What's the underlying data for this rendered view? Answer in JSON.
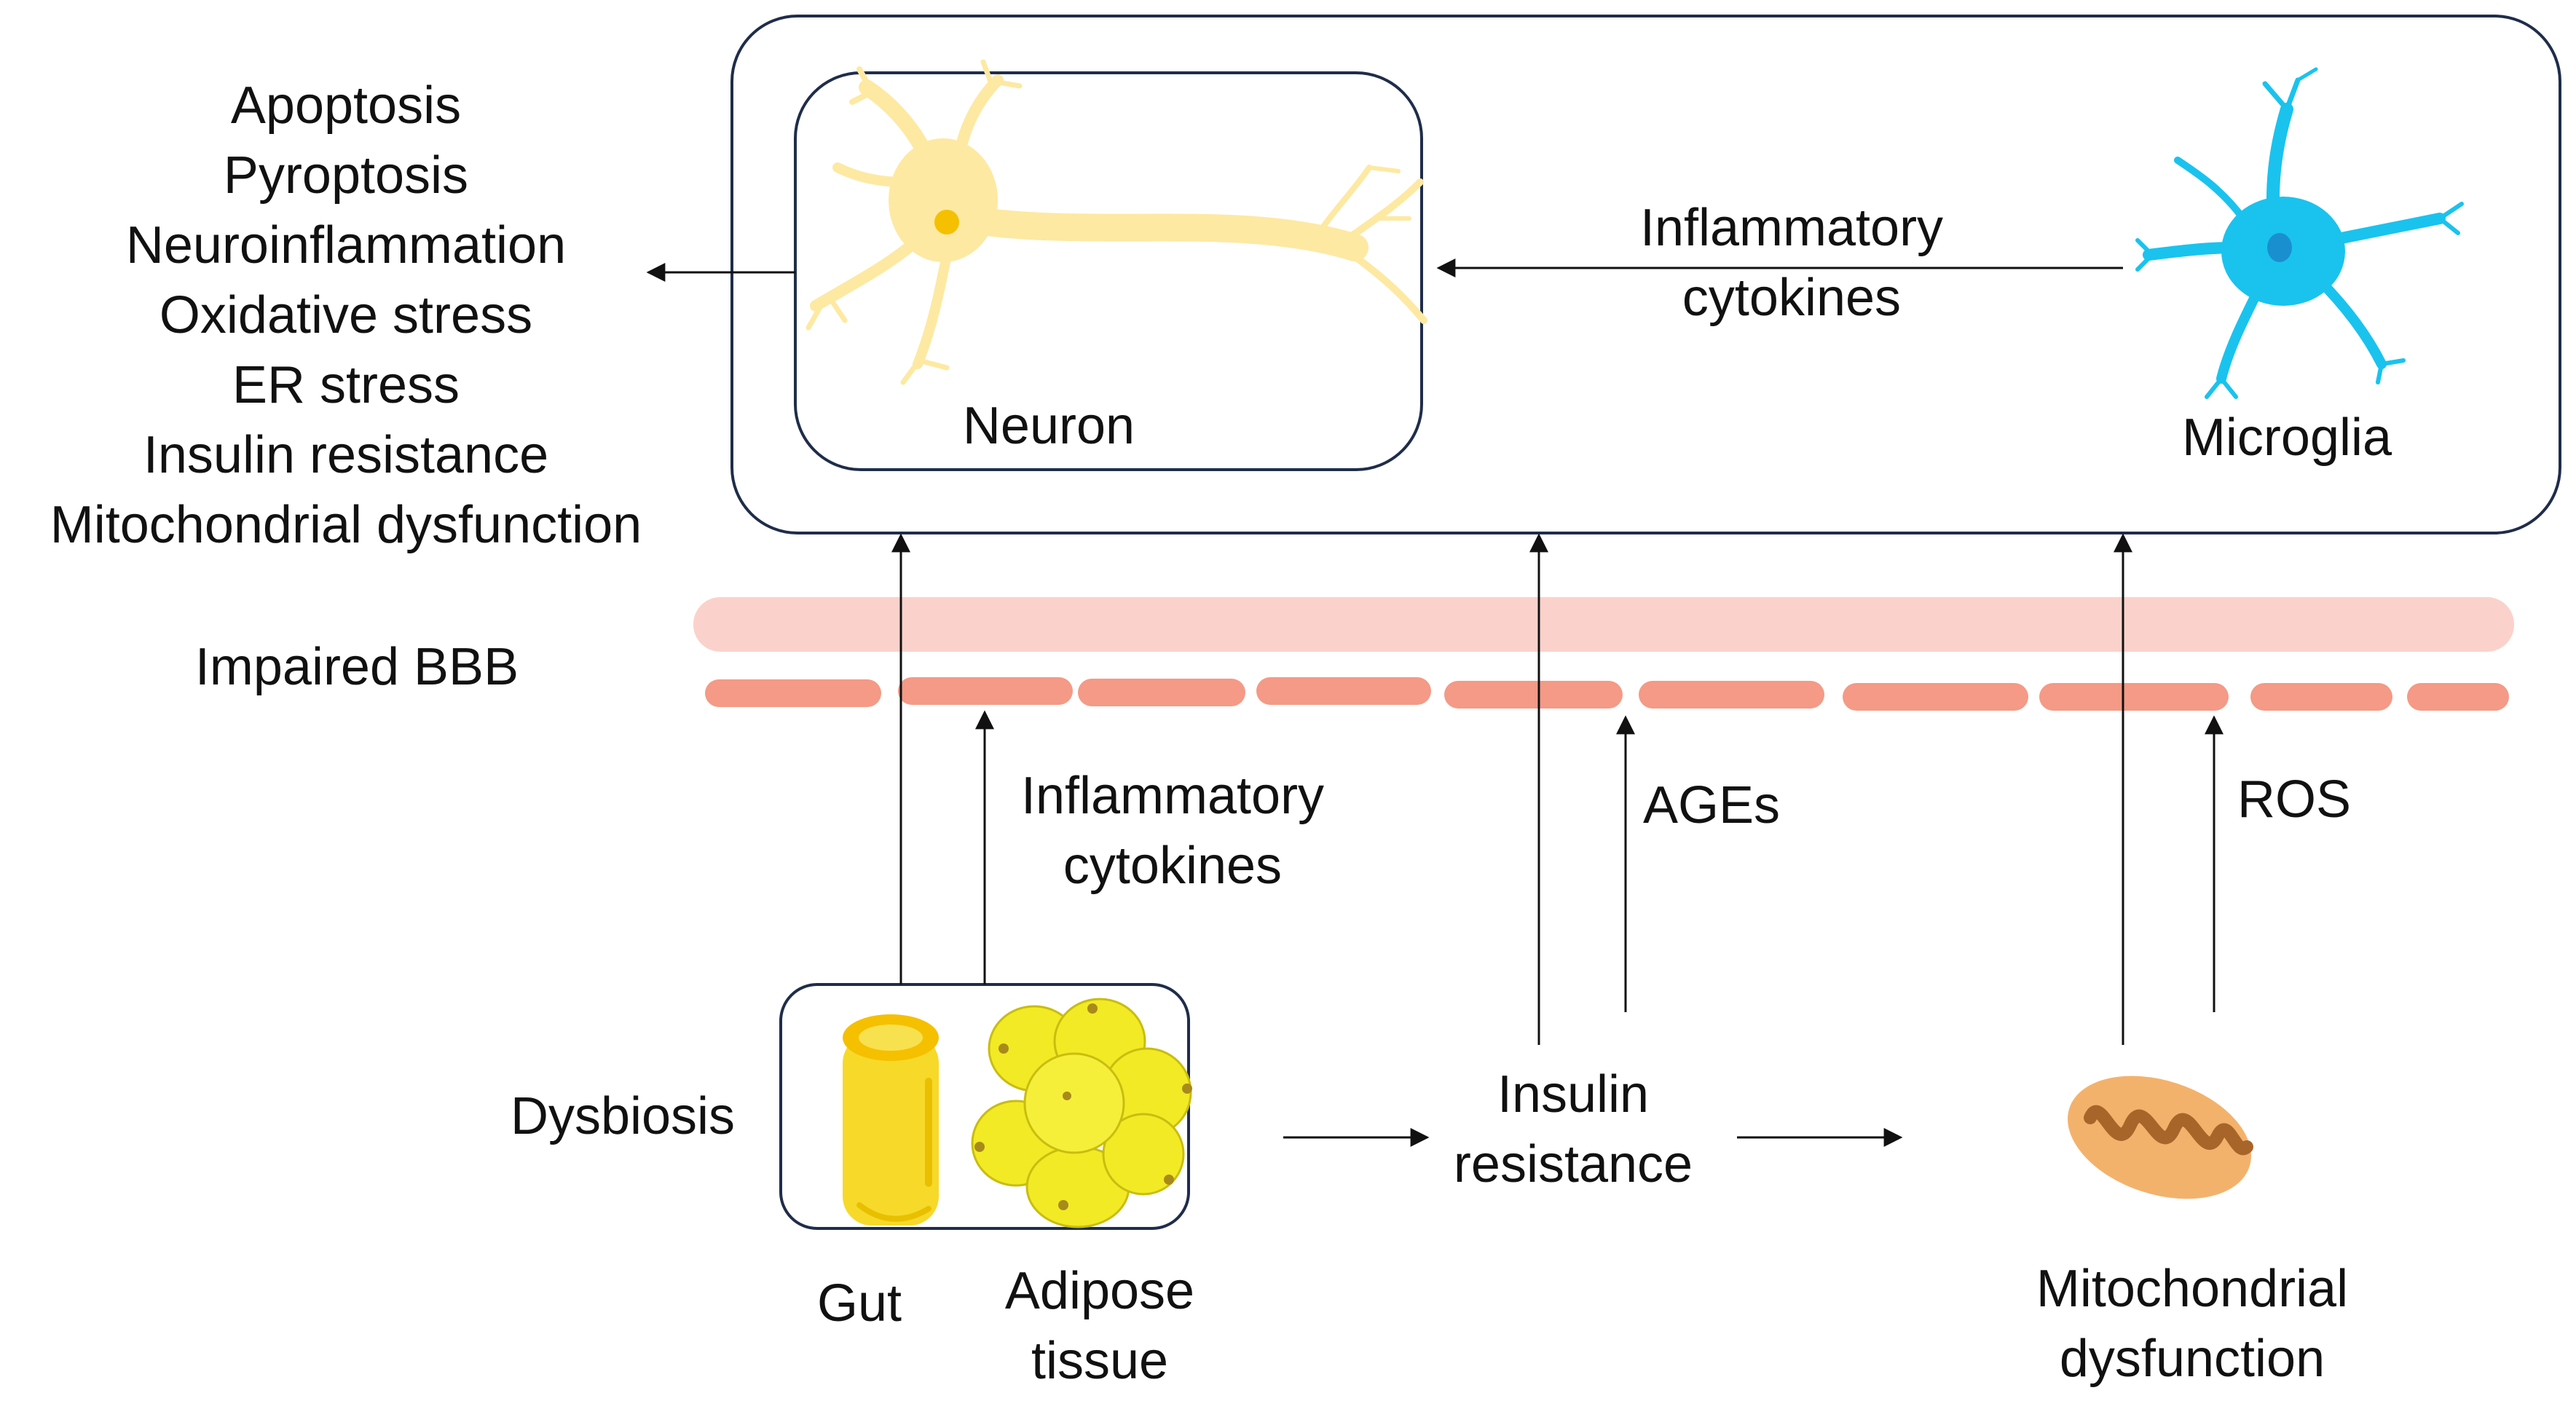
{
  "colors": {
    "outline": "#1f2d4a",
    "arrow": "#111111",
    "neuron": "#fde9a2",
    "neuron_nucleus": "#f5c000",
    "microglia": "#19c3ee",
    "microglia_nucleus": "#1a8fd0",
    "bbb_band": "#fbd2cb",
    "bbb_cells": "#f49a86",
    "gut": "#f7d92a",
    "adipose": "#f2ea24",
    "mito_outer": "#f3b26c",
    "mito_inner": "#a8652a"
  },
  "icons": {
    "neuron": "neuron-cell-icon",
    "microglia": "microglia-cell-icon",
    "gut": "gut-icon",
    "adipose": "adipose-cluster-icon",
    "mitochondrion": "mitochondrion-icon"
  },
  "outcomes": [
    "Apoptosis",
    "Pyroptosis",
    "Neuroinflammation",
    "Oxidative stress",
    "ER stress",
    "Insulin resistance",
    "Mitochondrial dysfunction"
  ],
  "labels": {
    "neuron": "Neuron",
    "microglia": "Microglia",
    "brain_cytokines": [
      "Inflammatory",
      "cytokines"
    ],
    "bbb": "Impaired BBB",
    "periph_cytokines": [
      "Inflammatory",
      "cytokines"
    ],
    "ages": "AGEs",
    "ros": "ROS",
    "dysbiosis": "Dysbiosis",
    "gut": "Gut",
    "adipose": [
      "Adipose",
      "tissue"
    ],
    "insulin": [
      "Insulin",
      "resistance"
    ],
    "mito": [
      "Mitochondrial",
      "dysfunction"
    ]
  }
}
